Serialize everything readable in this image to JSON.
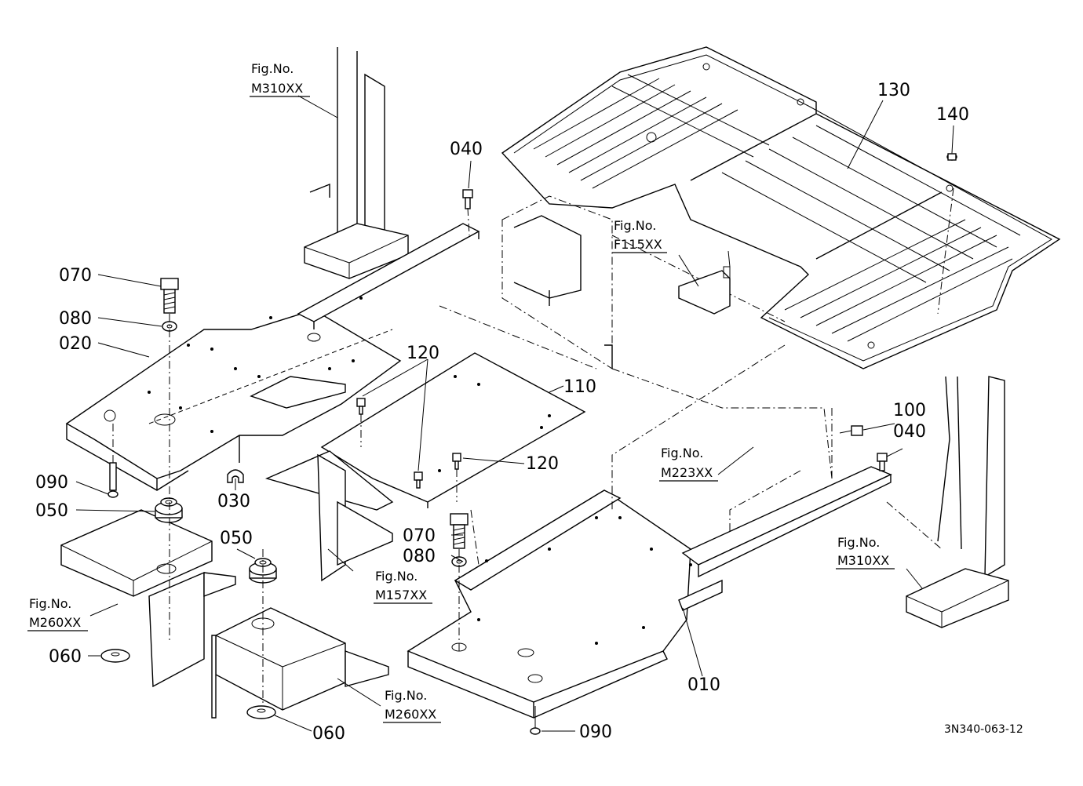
{
  "diagram": {
    "drawing_code": "3N340-063-12",
    "part_numbers": [
      "010",
      "020",
      "030",
      "040",
      "040",
      "050",
      "050",
      "060",
      "060",
      "070",
      "070",
      "080",
      "080",
      "090",
      "090",
      "100",
      "110",
      "120",
      "120",
      "130",
      "140"
    ],
    "figure_refs": [
      {
        "label": "Fig.No.",
        "code": "M310XX"
      },
      {
        "label": "Fig.No.",
        "code": "F115XX"
      },
      {
        "label": "Fig.No.",
        "code": "M223XX"
      },
      {
        "label": "Fig.No.",
        "code": "M310XX"
      },
      {
        "label": "Fig.No.",
        "code": "M157XX"
      },
      {
        "label": "Fig.No.",
        "code": "M260XX"
      },
      {
        "label": "Fig.No.",
        "code": "M260XX"
      }
    ]
  }
}
